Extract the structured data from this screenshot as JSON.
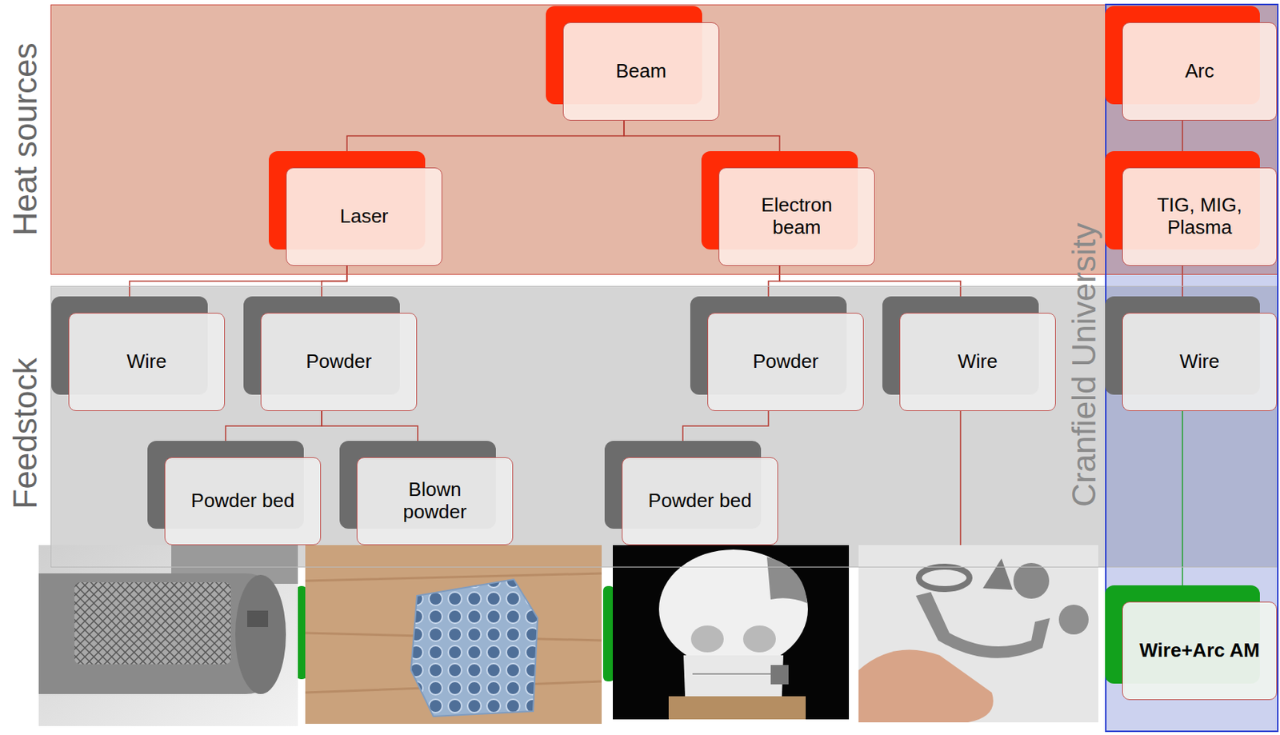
{
  "diagram": {
    "nodes": [
      {
        "text": [
          "Heat sources"
        ]
      },
      {
        "text": [
          "Beam"
        ],
        "in": 0
      },
      {
        "text": [
          "Laser"
        ],
        "in": 0
      },
      {
        "text": [
          "Electron beam"
        ],
        "in": 0
      },
      {
        "text": [
          "Feedstock"
        ]
      },
      {
        "text": [
          "Wire"
        ],
        "in": 4
      },
      {
        "text": [
          "Powder"
        ],
        "in": 4
      },
      {
        "text": [
          "Powder bed"
        ],
        "in": 4
      },
      {
        "text": [
          "Blown powder"
        ],
        "in": 4
      },
      {
        "text": [
          "Powder"
        ],
        "in": 4
      },
      {
        "text": [
          "Powder bed"
        ],
        "in": 4
      },
      {
        "text": [
          "Wire"
        ],
        "in": 4
      },
      {
        "text": [
          "Cranfield University"
        ]
      },
      {
        "text": [
          "Arc"
        ],
        "in": 12
      },
      {
        "text": [
          "TIG, MIG, Plasma"
        ],
        "in": 12
      },
      {
        "text": [
          "Wire"
        ],
        "in": 12
      },
      {
        "text": [
          "Wire+Arc AM"
        ],
        "in": 12
      }
    ],
    "edges": [
      {
        "from": 1,
        "to": 2,
        "arrow": "none"
      },
      {
        "from": 1,
        "to": 3,
        "arrow": "none"
      },
      {
        "from": 2,
        "to": 5,
        "arrow": "none"
      },
      {
        "from": 2,
        "to": 6,
        "arrow": "none"
      },
      {
        "from": 6,
        "to": 7,
        "arrow": "none"
      },
      {
        "from": 6,
        "to": 8,
        "arrow": "none"
      },
      {
        "from": 3,
        "to": 9,
        "arrow": "none"
      },
      {
        "from": 3,
        "to": 11,
        "arrow": "none"
      },
      {
        "from": 9,
        "to": 10,
        "arrow": "none"
      },
      {
        "from": 13,
        "to": 14,
        "arrow": "none"
      },
      {
        "from": 14,
        "to": 15,
        "arrow": "none"
      },
      {
        "from": 15,
        "to": 16,
        "arrow": "none"
      }
    ]
  }
}
